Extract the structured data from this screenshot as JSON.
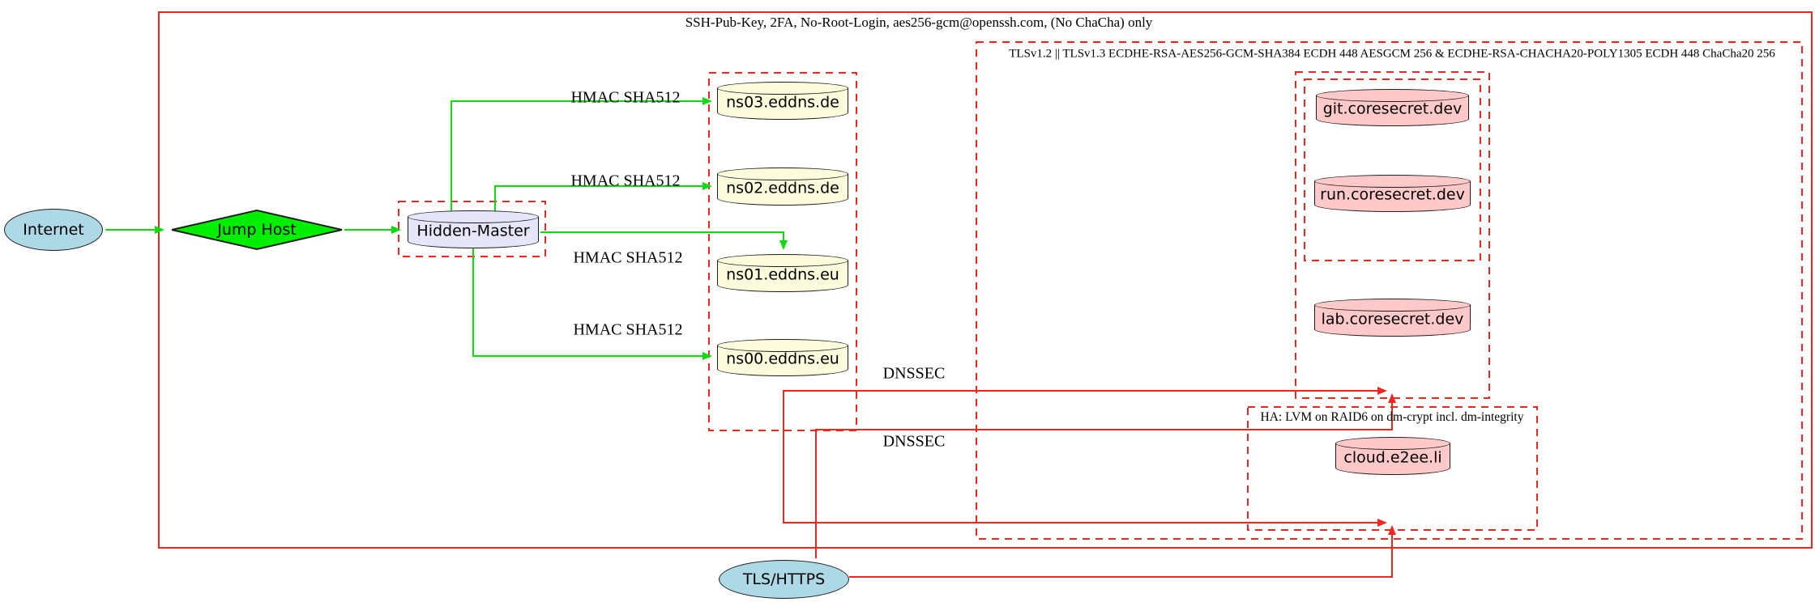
{
  "diagram": {
    "clusters": {
      "ssh_box": {
        "label": "SSH-Pub-Key, 2FA, No-Root-Login, aes256-gcm@openssh.com, (No ChaCha) only"
      },
      "tls_box": {
        "label": "TLSv1.2 || TLSv1.3 ECDHE-RSA-AES256-GCM-SHA384 ECDH 448 AESGCM 256 & ECDHE-RSA-CHACHA20-POLY1305 ECDH 448 ChaCha20 256"
      },
      "ha_box": {
        "label": "HA: LVM on RAID6 on dm-crypt incl. dm-integrity"
      }
    },
    "nodes": {
      "internet": {
        "label": "Internet",
        "shape": "ellipse",
        "fill": "#add8e6"
      },
      "jump_host": {
        "label": "Jump Host",
        "shape": "diamond",
        "fill": "#00ee00"
      },
      "hidden_master": {
        "label": "Hidden-Master",
        "shape": "cylinder",
        "fill": "#e6e6fa"
      },
      "ns03": {
        "label": "ns03.eddns.de",
        "shape": "cylinder",
        "fill": "#fcfcdc"
      },
      "ns02": {
        "label": "ns02.eddns.de",
        "shape": "cylinder",
        "fill": "#fcfcdc"
      },
      "ns01": {
        "label": "ns01.eddns.eu",
        "shape": "cylinder",
        "fill": "#fcfcdc"
      },
      "ns00": {
        "label": "ns00.eddns.eu",
        "shape": "cylinder",
        "fill": "#fcfcdc"
      },
      "git": {
        "label": "git.coresecret.dev",
        "shape": "cylinder",
        "fill": "#ffc9c9"
      },
      "run": {
        "label": "run.coresecret.dev",
        "shape": "cylinder",
        "fill": "#ffc9c9"
      },
      "lab": {
        "label": "lab.coresecret.dev",
        "shape": "cylinder",
        "fill": "#ffc9c9"
      },
      "cloud": {
        "label": "cloud.e2ee.li",
        "shape": "cylinder",
        "fill": "#ffc9c9"
      },
      "tls_https": {
        "label": "TLS/HTTPS",
        "shape": "ellipse",
        "fill": "#add8e6"
      }
    },
    "edge_labels": {
      "hmac_ns03": "HMAC SHA512",
      "hmac_ns02": "HMAC SHA512",
      "hmac_ns01": "HMAC SHA512",
      "hmac_ns00": "HMAC SHA512",
      "dnssec_upper": "DNSSEC",
      "dnssec_lower": "DNSSEC"
    },
    "colors": {
      "edge_green": "#0bdc0b",
      "edge_red": "#f5241c",
      "node_border": "#1d1d1d",
      "fill_lightblue": "#add8e6",
      "fill_bright_green": "#00ee00",
      "fill_lavender": "#e6e6fa",
      "fill_lightyellow": "#fcfcdc",
      "fill_pink": "#ffc9c9",
      "background": "#ffffff"
    }
  }
}
